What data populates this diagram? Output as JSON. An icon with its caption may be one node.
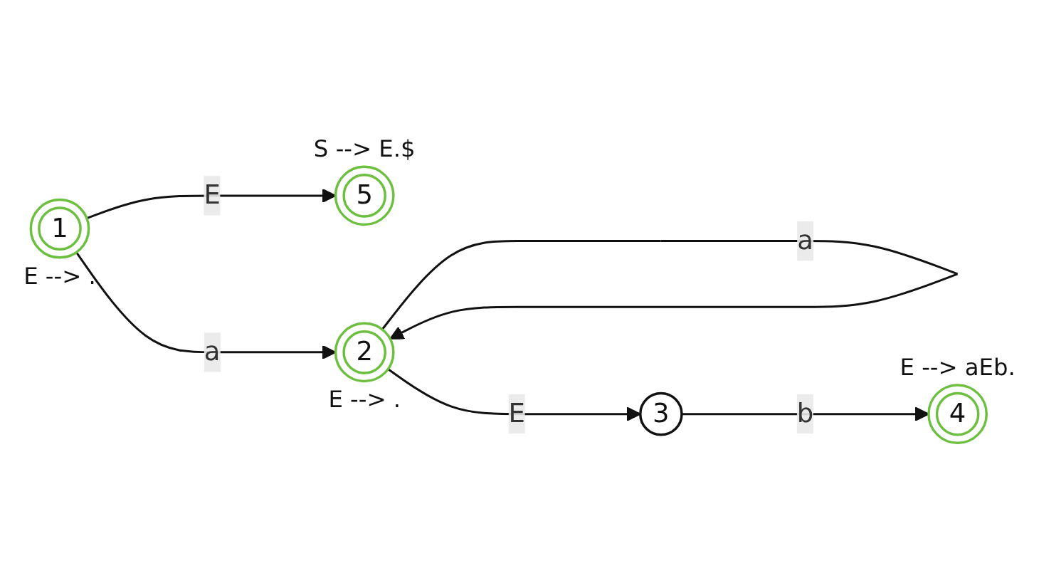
{
  "diagram": {
    "nodes": [
      {
        "text": [
          "5"
        ],
        "beside": [
          "S --> E.$"
        ]
      },
      {
        "text": [
          "4"
        ],
        "beside": [
          "E --> aEb."
        ]
      },
      {
        "text": [
          "1"
        ],
        "beside": [
          "E --> ."
        ]
      },
      {
        "text": [
          "2"
        ],
        "beside": [
          "E --> ."
        ]
      },
      {
        "text": [
          "3"
        ]
      }
    ],
    "edges": [
      {
        "from": 2,
        "to": 0,
        "arrow": "to",
        "label": "E"
      },
      {
        "from": 2,
        "to": 3,
        "arrow": "to",
        "label": "a"
      },
      {
        "from": 3,
        "to": 3,
        "arrow": "to",
        "label": "a"
      },
      {
        "from": 3,
        "to": 4,
        "arrow": "to",
        "label": "E"
      },
      {
        "from": 4,
        "to": 1,
        "arrow": "to",
        "label": "b"
      }
    ]
  }
}
